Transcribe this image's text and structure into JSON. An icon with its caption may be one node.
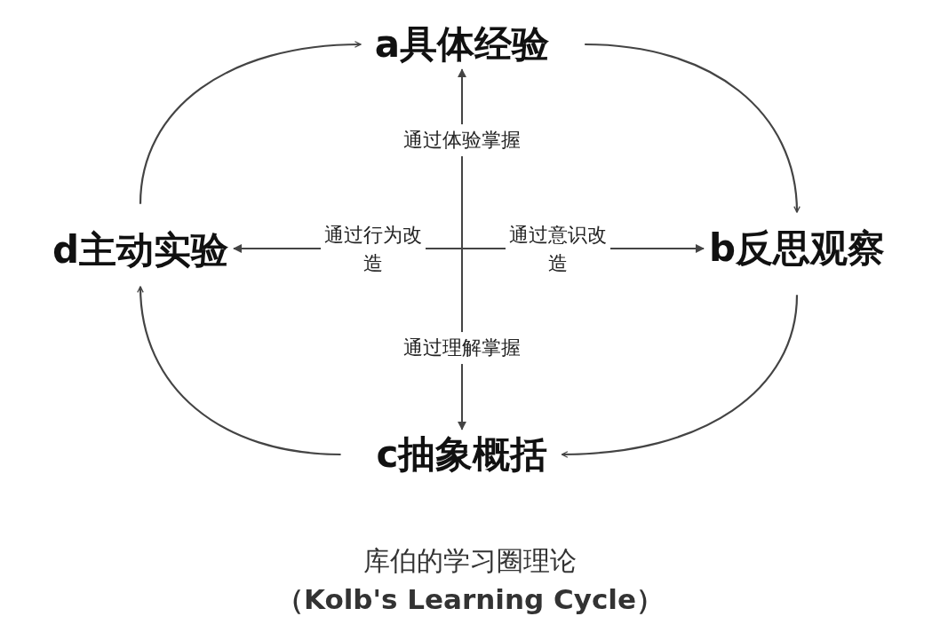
{
  "diagram": {
    "title": "库伯的学习圈理论",
    "caption": "（Kolb's Learning Cycle）",
    "nodes": [
      {
        "text": [
          "a具体经验"
        ]
      },
      {
        "text": [
          "b反思观察"
        ]
      },
      {
        "text": [
          "c抽象概括"
        ]
      },
      {
        "text": [
          "d主动实验"
        ]
      }
    ],
    "edges": [
      {
        "from": 0,
        "to": 1,
        "arrow": "to"
      },
      {
        "from": 1,
        "to": 2,
        "arrow": "to"
      },
      {
        "from": 2,
        "to": 3,
        "arrow": "to"
      },
      {
        "from": 3,
        "to": 0,
        "arrow": "to"
      },
      {
        "from": null,
        "to": 0,
        "arrow": "to",
        "label": "通过体验掌握"
      },
      {
        "from": null,
        "to": 1,
        "arrow": "to",
        "label": "通过意识改造"
      },
      {
        "from": null,
        "to": 2,
        "arrow": "to",
        "label": "通过理解掌握"
      },
      {
        "from": null,
        "to": 3,
        "arrow": "to",
        "label": "通过行为改造"
      }
    ]
  }
}
